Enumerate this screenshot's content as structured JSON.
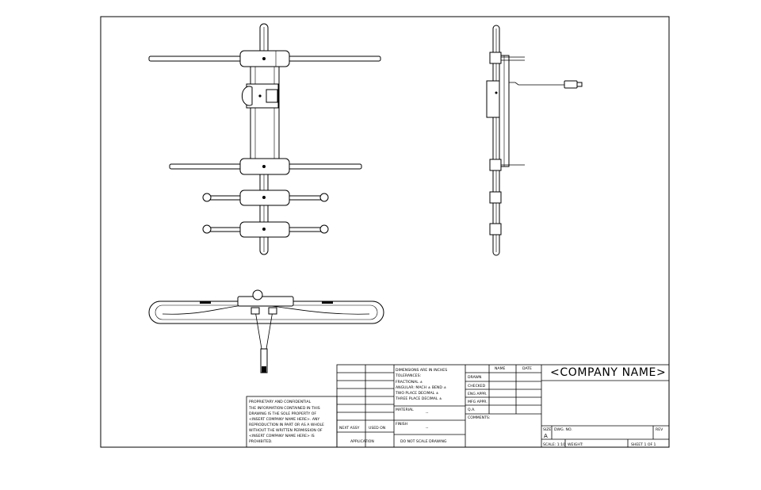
{
  "title_block": {
    "company_name": "<COMPANY NAME>",
    "col_name": "NAME",
    "col_date": "DATE",
    "drawn": "DRAWN",
    "checked": "CHECKED",
    "eng_appr": "ENG APPR.",
    "mfg_appr": "MFG APPR.",
    "qa": "Q.A.",
    "comments": "COMMENTS:",
    "size_label": "SIZE",
    "size_value": "A",
    "dwg_no": "DWG. NO.",
    "rev": "REV",
    "scale": "SCALE: 1:10",
    "weight": "WEIGHT:",
    "sheet": "SHEET 1 OF 1"
  },
  "tolerance_block": {
    "line1": "DIMENSIONS ARE IN INCHES",
    "line2": "TOLERANCES:",
    "line3": "FRACTIONAL ±",
    "line4": "ANGULAR: MACH ±    BEND ±",
    "line5": "TWO PLACE DECIMAL    ±",
    "line6": "THREE PLACE DECIMAL  ±",
    "material": "MATERIAL",
    "material_value": "--",
    "finish": "FINISH",
    "finish_value": "--",
    "do_not_scale": "DO NOT SCALE DRAWING"
  },
  "usage_block": {
    "next_assy": "NEXT ASSY",
    "used_on": "USED ON",
    "application": "APPLICATION"
  },
  "proprietary": {
    "heading": "PROPRIETARY AND CONFIDENTIAL",
    "line1": "THE INFORMATION CONTAINED IN THIS",
    "line2": "DRAWING IS THE SOLE PROPERTY OF",
    "line3": "<INSERT COMPANY NAME HERE>.  ANY",
    "line4": "REPRODUCTION IN PART OR AS A WHOLE",
    "line5": "WITHOUT THE WRITTEN PERMISSION OF",
    "line6": "<INSERT COMPANY NAME HERE> IS",
    "line7": "PROHIBITED."
  }
}
